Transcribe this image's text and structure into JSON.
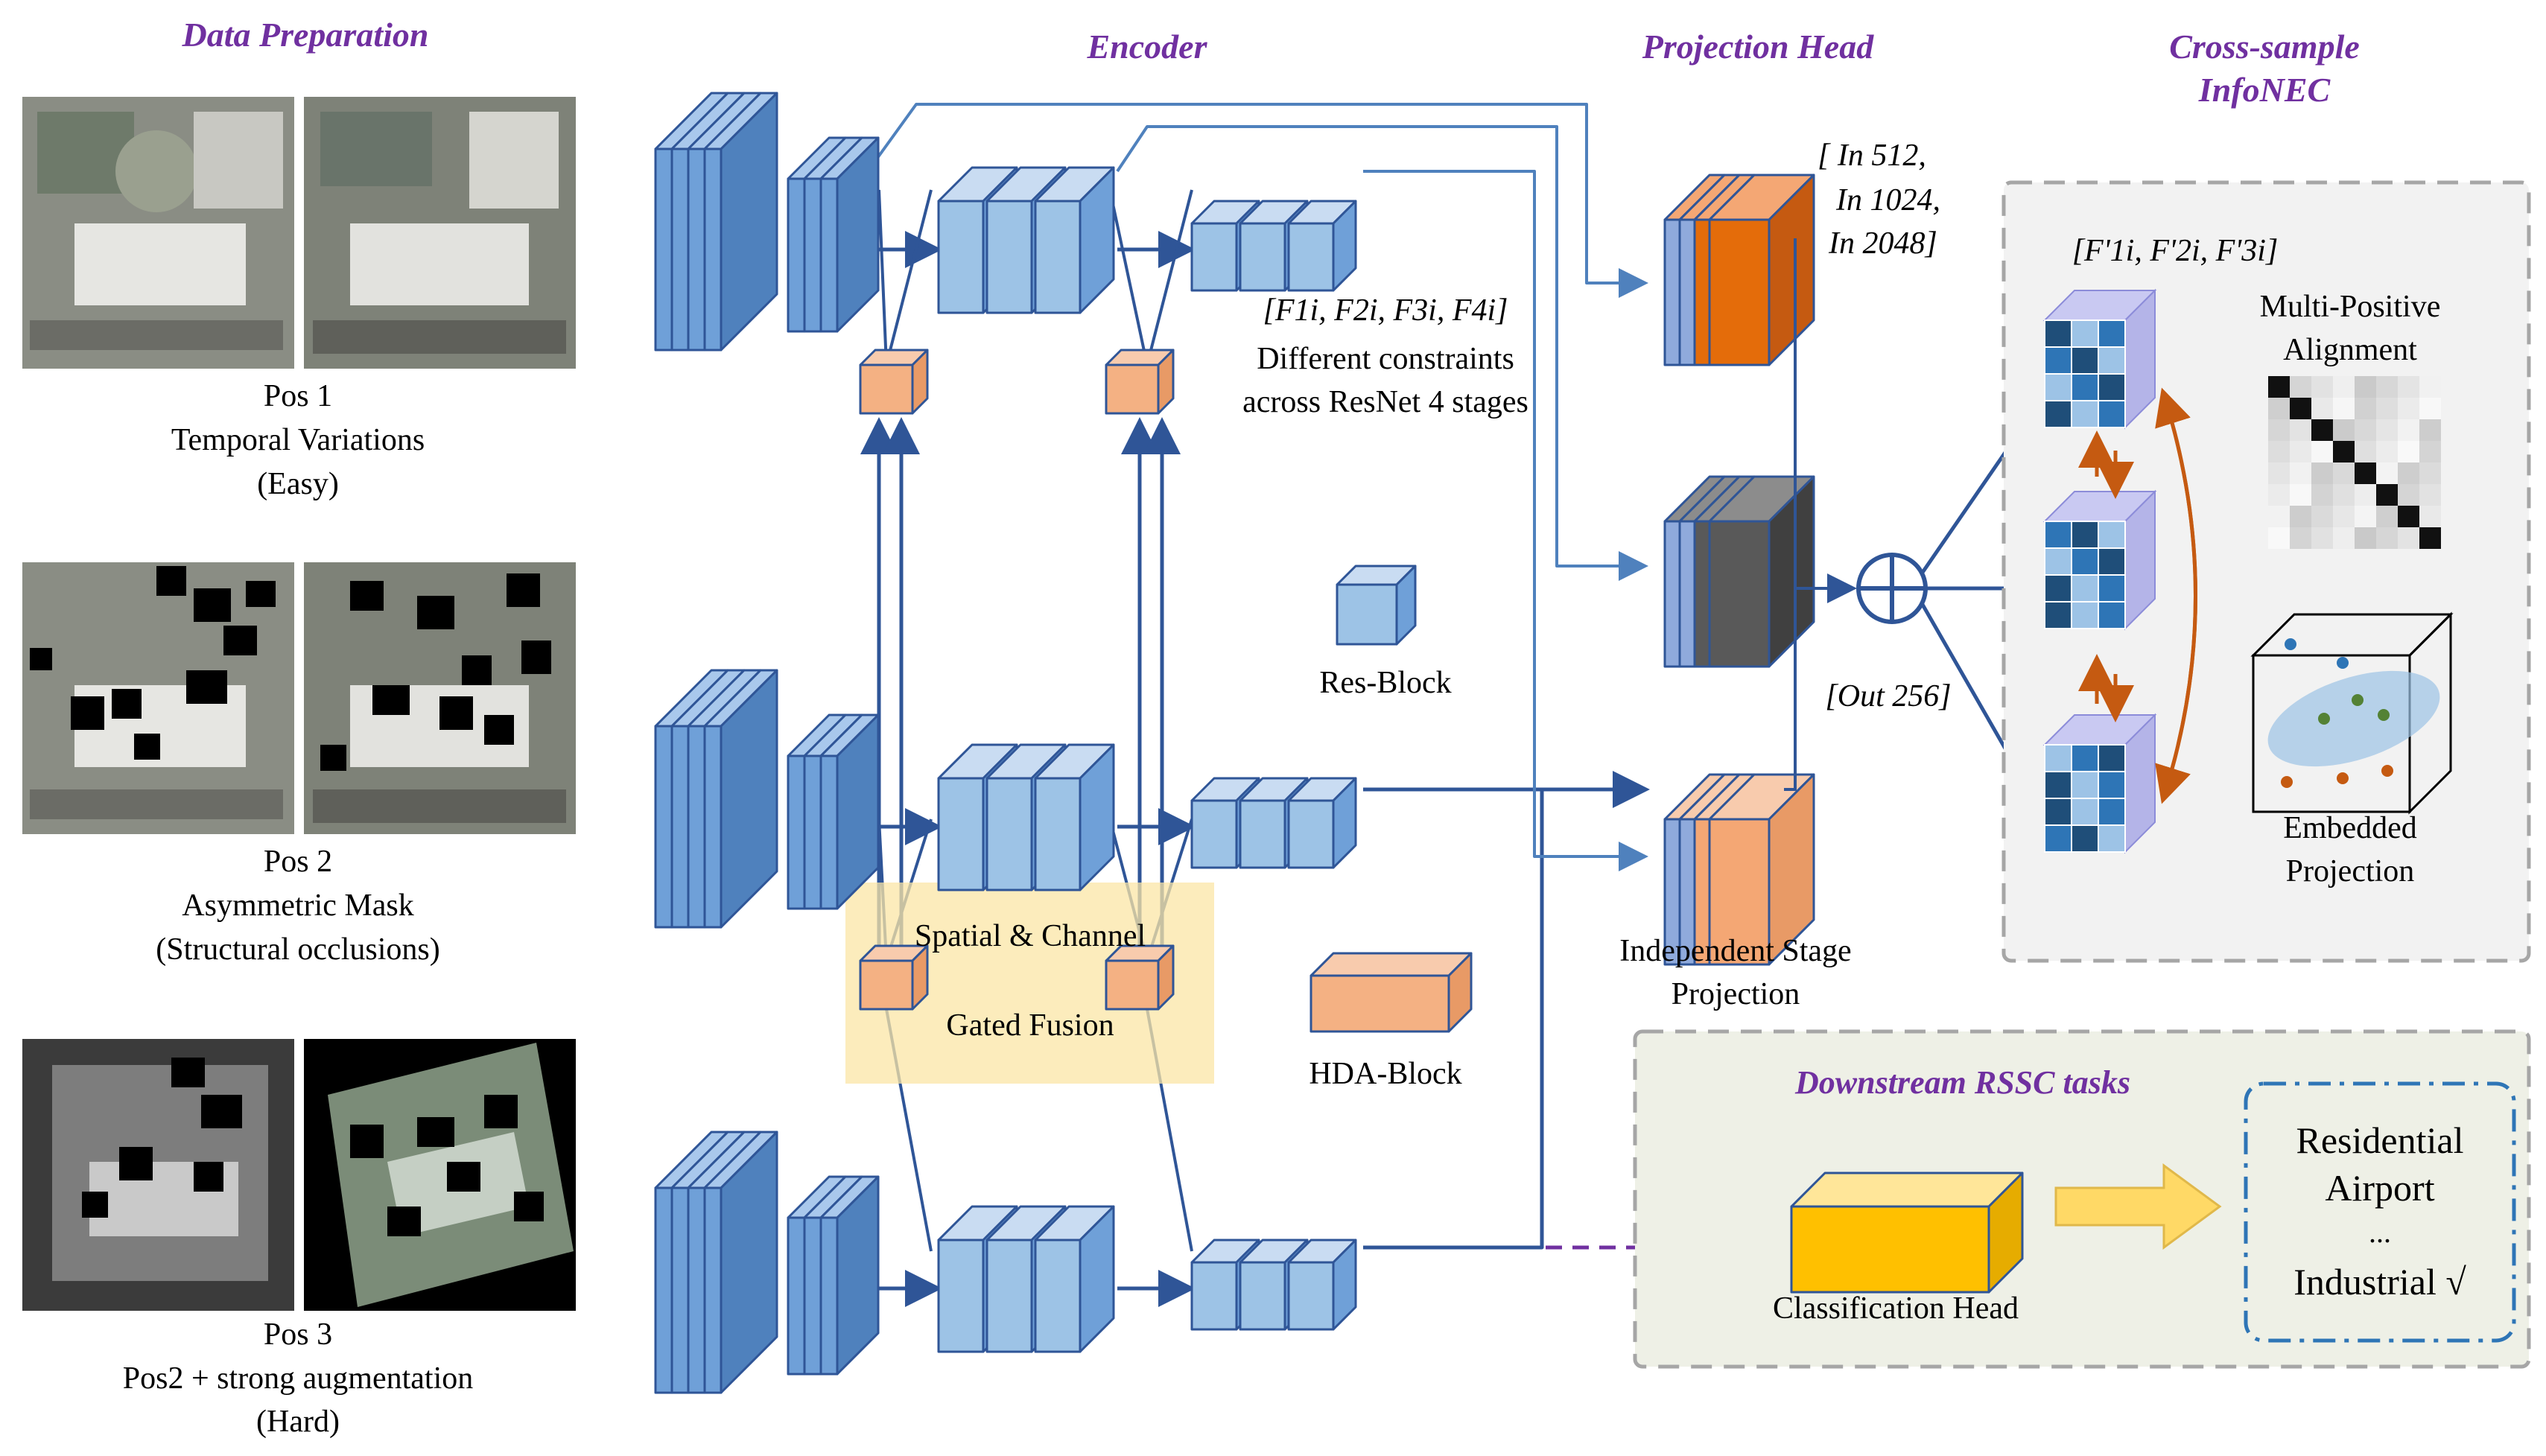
{
  "sections": {
    "data_preparation": "Data Preparation",
    "encoder": "Encoder",
    "projection_head": "Projection Head",
    "cross_sample_line1": "Cross-sample",
    "cross_sample_line2": "InfoNEC",
    "downstream": "Downstream RSSC tasks"
  },
  "positives": [
    {
      "title": "Pos 1",
      "desc": "Temporal Variations",
      "level": "(Easy)"
    },
    {
      "title": "Pos 2",
      "desc": "Asymmetric Mask",
      "level": "(Structural occlusions)"
    },
    {
      "title": "Pos 3",
      "desc": "Pos2 + strong augmentation",
      "level": "(Hard)"
    }
  ],
  "encoder": {
    "features": "[F1i, F2i, F3i, F4i]",
    "constraint_line1": "Different constraints",
    "constraint_line2": "across ResNet 4 stages",
    "fusion_line1": "Spatial & Channel",
    "fusion_line2": "Gated Fusion",
    "res_block": "Res-Block",
    "hda_block": "HDA-Block"
  },
  "projection": {
    "in_line1": "[  In 512,",
    "in_line2": "In 1024,",
    "in_line3": "In 2048]",
    "out": "[Out 256]",
    "caption_line1": "Independent Stage",
    "caption_line2": "Projection"
  },
  "infonce": {
    "features": "[F'1i, F'2i, F'3i]",
    "alignment_line1": "Multi-Positive",
    "alignment_line2": "Alignment",
    "embedded_line1": "Embedded",
    "embedded_line2": "Projection"
  },
  "downstream": {
    "head": "Classification Head",
    "class1": "Residential",
    "class2": "Airport",
    "ellipsis": "...",
    "class3": "Industrial √"
  },
  "colors": {
    "title_purple": "#7030a0",
    "block_blue": "#6fa0d8",
    "block_light_blue": "#9dc3e6",
    "block_edge": "#2f5597",
    "arrow_blue": "#2f5597",
    "hda_orange": "#f4b183",
    "fusion_yellow": "#fff2cc",
    "proj_orange": "#e46c0a",
    "proj_gray": "#595959",
    "proj_peach": "#f4a774",
    "cls_gold": "#ffc000",
    "cls_arrow": "#ffd966",
    "panel_gray": "#f2f2f2",
    "panel_green": "#eef0e6",
    "dashed_purple": "#7030a0",
    "orange_arrow": "#c55a11"
  }
}
